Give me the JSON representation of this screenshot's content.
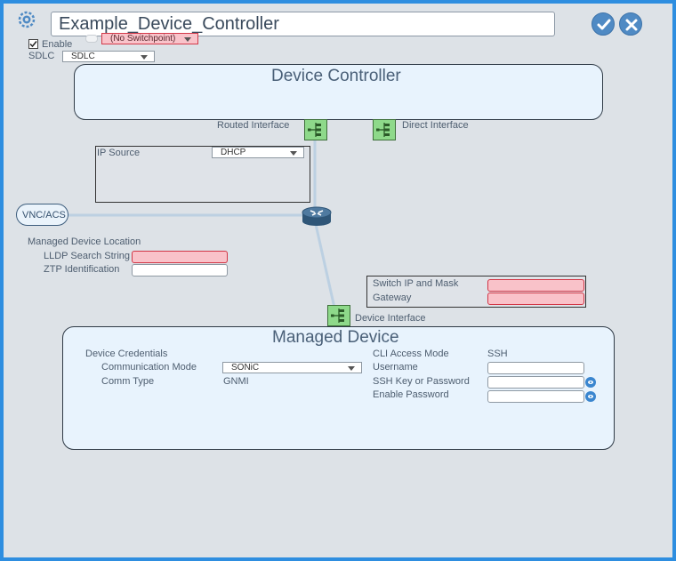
{
  "header": {
    "device_name": "Example_Device_Controller",
    "confirm_icon": "checkmark-icon",
    "cancel_icon": "close-icon",
    "app_icon": "gear-icon"
  },
  "settings": {
    "enable_label": "Enable",
    "enable_checked": true,
    "switchpoint_value": "(No Switchpoint)",
    "sdlc_label": "SDLC",
    "sdlc_value": "SDLC"
  },
  "controller": {
    "title": "Device Controller",
    "routed_interface_label": "Routed Interface",
    "direct_interface_label": "Direct Interface"
  },
  "ip_source": {
    "label": "IP Source",
    "value": "DHCP"
  },
  "vnc": {
    "label": "VNC/ACS"
  },
  "location": {
    "heading": "Managed Device Location",
    "lldp_label": "LLDP Search String",
    "lldp_value": "",
    "ztp_label": "ZTP Identification",
    "ztp_value": ""
  },
  "switch": {
    "ip_mask_label": "Switch IP and Mask",
    "ip_mask_value": "",
    "gateway_label": "Gateway",
    "gateway_value": ""
  },
  "device_interface": {
    "label": "Device Interface"
  },
  "managed_device": {
    "title": "Managed Device",
    "credentials_label": "Device Credentials",
    "comm_mode_label": "Communication Mode",
    "comm_mode_value": "SONiC",
    "comm_type_label": "Comm Type",
    "comm_type_value": "GNMI",
    "cli_mode_label": "CLI Access Mode",
    "cli_mode_value": "SSH",
    "username_label": "Username",
    "username_value": "",
    "ssh_label": "SSH Key or Password",
    "ssh_value": "",
    "enable_pw_label": "Enable Password",
    "enable_pw_value": ""
  },
  "colors": {
    "frame_border": "#2e8ee0",
    "background": "#dde2e7",
    "panel_fill": "#e8f3fd",
    "required_field": "#f9c2c9",
    "node_green": "#8ed98a",
    "action_blue": "#4f8ac4"
  }
}
